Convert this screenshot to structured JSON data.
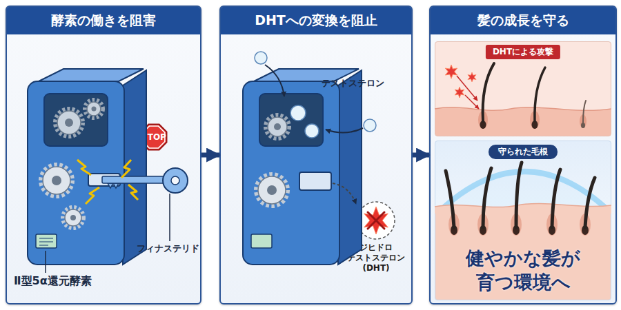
{
  "diagram": {
    "nodes": [
      {
        "text": [
          "酵素の働きを阻害"
        ]
      },
      {
        "text": [
          "STOP"
        ],
        "in": 0
      },
      {
        "text": [
          "DHTへの変換を阻止"
        ]
      },
      {
        "text": [
          "ジヒドロ テストステロン (DHT)"
        ],
        "in": 2
      },
      {
        "text": [
          "髪の成長を守る"
        ]
      },
      {
        "text": [
          "DHTによる攻撃"
        ],
        "in": 4
      },
      {
        "text": [
          "守られた毛根",
          "健やかな髪が 育つ環境へ"
        ],
        "in": 4
      }
    ],
    "edges": [
      {
        "from": 0,
        "to": 2,
        "arrow": "to"
      },
      {
        "from": 2,
        "to": 4,
        "arrow": "to"
      }
    ],
    "labels": [
      "フィナステリド",
      "Ⅱ型5α還元酵素",
      "テストステロン"
    ]
  }
}
